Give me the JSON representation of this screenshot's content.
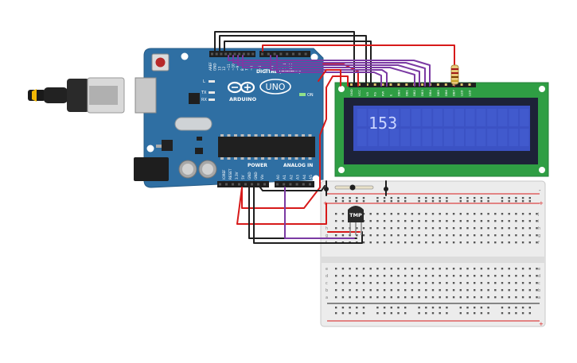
{
  "arduino": {
    "logo_text": "ARDUINO",
    "model": "UNO",
    "digital_header": "DIGITAL (PWM~)",
    "power_header": "POWER",
    "analog_header": "ANALOG IN",
    "on_label": "ON",
    "l_label": "L",
    "tx_label": "TX",
    "rx_label": "RX",
    "digital_pins": [
      "AREF",
      "GND",
      "13",
      "12",
      "~11",
      "~10",
      "~9",
      "8",
      "7",
      "~6",
      "~5",
      "4",
      "~3",
      "2",
      "TX 1",
      "RX 0"
    ],
    "power_pins": [
      "IOREF",
      "RESET",
      "3.3V",
      "5V",
      "GND",
      "GND",
      "Vin"
    ],
    "analog_pins": [
      "A0",
      "A1",
      "A2",
      "A3",
      "A4",
      "A5"
    ]
  },
  "lcd": {
    "display_text": "153",
    "pins": [
      "GND",
      "VCC",
      "V0",
      "RS",
      "RW",
      "E",
      "DB0",
      "DB1",
      "DB2",
      "DB3",
      "DB4",
      "DB5",
      "DB6",
      "DB7",
      "LED",
      "LED"
    ],
    "colors": {
      "pcb": "#2f9e44",
      "screen": "#3b52c4",
      "bezel": "#1d2238",
      "text": "#c9d4ff"
    }
  },
  "sensor": {
    "label": "TMP"
  },
  "breadboard": {
    "top_row_letters": [
      "j",
      "i",
      "h",
      "g",
      "f"
    ],
    "bottom_row_letters": [
      "e",
      "d",
      "c",
      "b",
      "a"
    ],
    "columns": 30,
    "plus": "+",
    "minus": "-"
  },
  "colors": {
    "board_blue": "#2f6fa3",
    "wire_red": "#d71a1a",
    "wire_black": "#1f1f1f",
    "wire_purple": "#7b3aa3"
  }
}
